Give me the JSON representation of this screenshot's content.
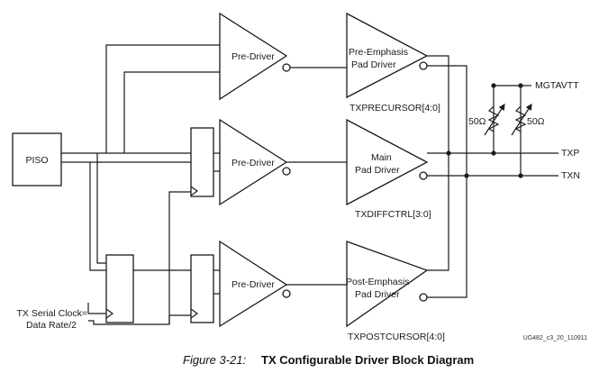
{
  "blocks": {
    "piso": "PISO",
    "pre_driver_top": "Pre-Driver",
    "pre_driver_mid": "Pre-Driver",
    "pre_driver_bot": "Pre-Driver",
    "pre_emphasis": [
      "Pre-Emphasis",
      "Pad Driver"
    ],
    "main": [
      "Main",
      "Pad Driver"
    ],
    "post_emphasis": [
      "Post-Emphasis",
      "Pad Driver"
    ]
  },
  "controls": {
    "txprecursor": "TXPRECURSOR[4:0]",
    "txdiffctrl": "TXDIFFCTRL[3:0]",
    "txpostcursor": "TXPOSTCURSOR[4:0]"
  },
  "signals": {
    "mgtavtt": "MGTAVTT",
    "txp": "TXP",
    "txn": "TXN",
    "r1": "50Ω",
    "r2": "50Ω",
    "clock": [
      "TX Serial Clock=",
      "Data Rate/2"
    ]
  },
  "figure_id": "UG482_c3_20_110911",
  "caption": {
    "number": "Figure 3-21:",
    "title": "TX Configurable Driver Block Diagram"
  }
}
